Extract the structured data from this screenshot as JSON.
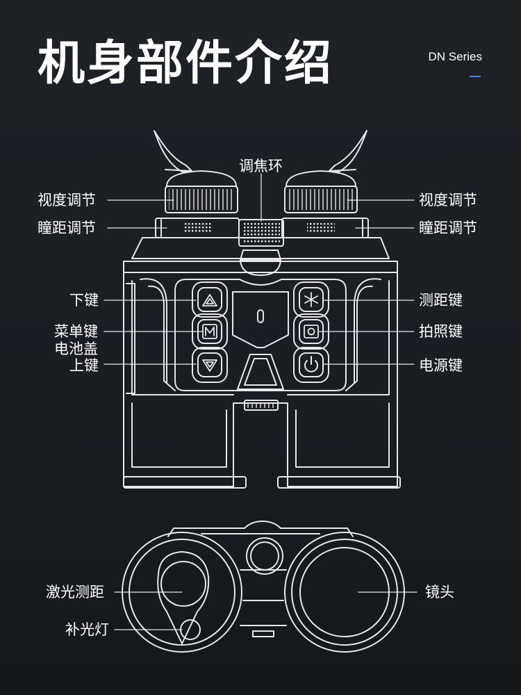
{
  "title": "机身部件介绍",
  "series": "DN Series",
  "colors": {
    "background": "#1c2025",
    "line": "#e6e8ea",
    "accent": "#3a8dde"
  },
  "labels": {
    "focus_ring": "调焦环",
    "diopter_left": "视度调节",
    "diopter_right": "视度调节",
    "ipd_left": "瞳距调节",
    "ipd_right": "瞳距调节",
    "down_key": "下键",
    "menu_key": "菜单键",
    "battery_cover": "电池盖",
    "up_key": "上键",
    "range_key": "测距键",
    "photo_key": "拍照键",
    "power_key": "电源键",
    "laser_range": "激光测距",
    "fill_light": "补光灯",
    "lens": "镜头"
  },
  "icons": [
    "eyecup-icon",
    "up-triangle-icon",
    "menu-m-icon",
    "down-triangle-icon",
    "laser-asterisk-icon",
    "camera-icon",
    "power-icon"
  ]
}
